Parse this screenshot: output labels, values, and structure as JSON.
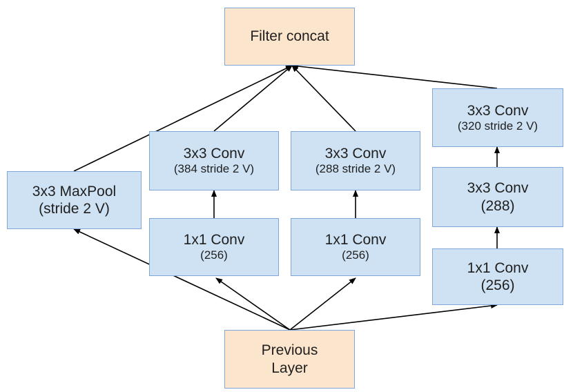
{
  "colors": {
    "conv_fill": "#cfe2f3",
    "layer_fill": "#fce5cd",
    "border": "#7ea6d8",
    "arrow": "#000000"
  },
  "nodes": {
    "filter_concat": {
      "line1": "Filter concat"
    },
    "maxpool": {
      "line1": "3x3 MaxPool",
      "line2": "(stride 2 V)"
    },
    "b1_conv3": {
      "line1": "3x3 Conv",
      "line2": "(384 stride 2 V)"
    },
    "b1_conv1": {
      "line1": "1x1 Conv",
      "line2": "(256)"
    },
    "b2_conv3": {
      "line1": "3x3 Conv",
      "line2": "(288 stride 2 V)"
    },
    "b2_conv1": {
      "line1": "1x1 Conv",
      "line2": "(256)"
    },
    "b3_conv3_top": {
      "line1": "3x3 Conv",
      "line2": "(320 stride 2 V)"
    },
    "b3_conv3_mid": {
      "line1": "3x3 Conv",
      "line2": "(288)"
    },
    "b3_conv1": {
      "line1": "1x1 Conv",
      "line2": "(256)"
    },
    "previous_layer": {
      "line1": "Previous",
      "line2": "Layer"
    }
  }
}
